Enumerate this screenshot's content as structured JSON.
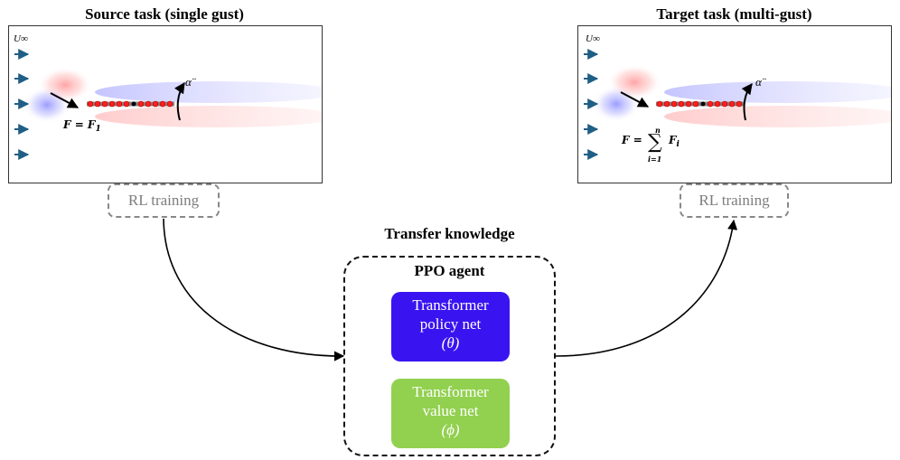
{
  "source": {
    "title": "Source task (single gust)",
    "freestream_label": "U∞",
    "force_label": "F = F",
    "force_subscript": "1",
    "alpha_label": "α̈",
    "rl_label": "RL training"
  },
  "target": {
    "title": "Target task (multi-gust)",
    "freestream_label": "U∞",
    "force_label": "F =",
    "sum_upper": "n",
    "sum_lower": "i=1",
    "sum_symbol": "∑",
    "force_term": "F",
    "force_term_subscript": "i",
    "alpha_label": "α̈",
    "rl_label": "RL training"
  },
  "transfer": {
    "title": "Transfer knowledge",
    "agent_title": "PPO agent",
    "policy_net": {
      "line1": "Transformer",
      "line2": "policy net",
      "line3": "(θ)",
      "color": "#3a14f0"
    },
    "value_net": {
      "line1": "Transformer",
      "line2": "value net",
      "line3": "(ϕ)",
      "color": "#92d050"
    }
  },
  "icons": {
    "inflow": "inflow-arrow-icon",
    "force": "force-arrow-icon",
    "rotation": "rotation-arrow-icon"
  }
}
